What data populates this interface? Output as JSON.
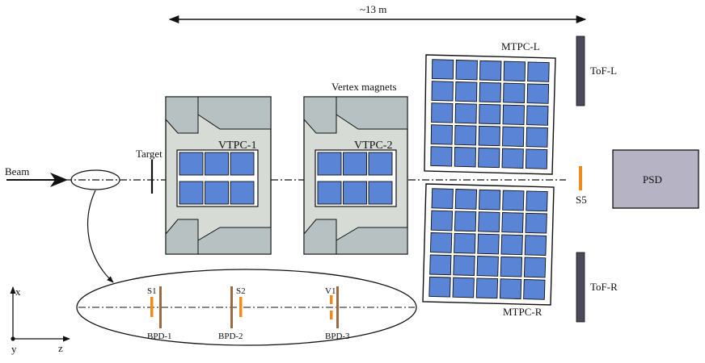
{
  "scale_label": "~13 m",
  "beam_label": "Beam",
  "target_label": "Target",
  "vtpc1_label": "VTPC-1",
  "vtpc2_label": "VTPC-2",
  "vertex_magnets_label": "Vertex magnets",
  "mtpcl_label": "MTPC-L",
  "mtpcr_label": "MTPC-R",
  "tofl_label": "ToF-L",
  "tofr_label": "ToF-R",
  "s5_label": "S5",
  "psd_label": "PSD",
  "axes": {
    "x": "x",
    "y": "y",
    "z": "z"
  },
  "detectors": {
    "s1": "S1",
    "s2": "S2",
    "v1": "V1",
    "bpd1": "BPD-1",
    "bpd2": "BPD-2",
    "bpd3": "BPD-3"
  },
  "colors": {
    "pad_blue": "#5a85d6",
    "magnet_gray": "#d7dbd5",
    "pole_gray": "#b7c1c2",
    "psd_fill": "#b6b3c4",
    "tof_fill": "#4c4a5a",
    "counter_orange": "#f08a1c",
    "bpd_brown": "#9a6a43"
  }
}
